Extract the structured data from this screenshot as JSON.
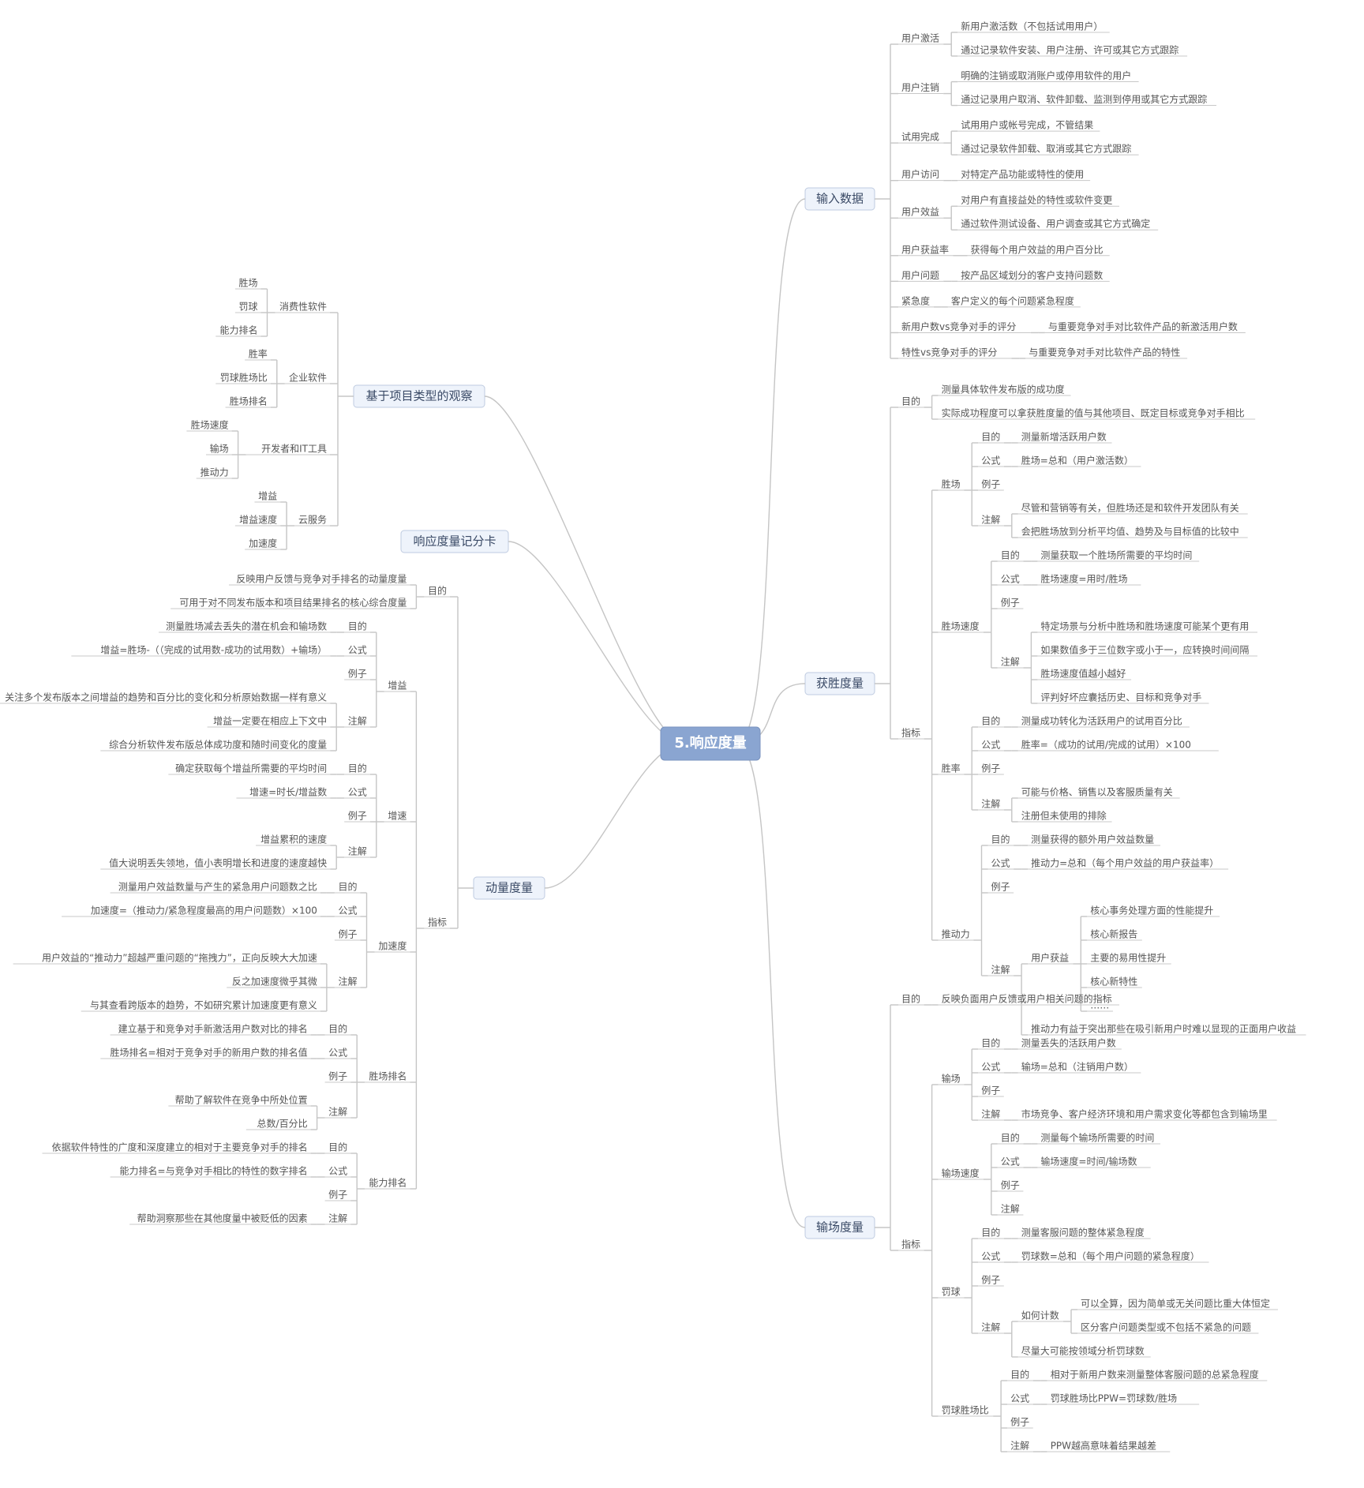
{
  "colors": {
    "center_fill": "#8aa5d1",
    "main_fill": "#eef3fb",
    "main_stroke": "#bfcbe0",
    "edge": "#c5c5c5"
  },
  "root": {
    "text": "5.响应度量",
    "children": [
      {
        "text": "输入数据",
        "children": [
          {
            "text": "用户激活",
            "children": [
              {
                "text": "新用户激活数（不包括试用用户）"
              },
              {
                "text": "通过记录软件安装、用户注册、许可或其它方式跟踪"
              }
            ]
          },
          {
            "text": "用户注销",
            "children": [
              {
                "text": "明确的注销或取消账户或停用软件的用户"
              },
              {
                "text": "通过记录用户取消、软件卸载、监测到停用或其它方式跟踪"
              }
            ]
          },
          {
            "text": "试用完成",
            "children": [
              {
                "text": "试用用户或帐号完成，不管结果"
              },
              {
                "text": "通过记录软件卸载、取消或其它方式跟踪"
              }
            ]
          },
          {
            "text": "用户访问",
            "children": [
              {
                "text": "对特定产品功能或特性的使用"
              }
            ]
          },
          {
            "text": "用户效益",
            "children": [
              {
                "text": "对用户有直接益处的特性或软件变更"
              },
              {
                "text": "通过软件测试设备、用户调查或其它方式确定"
              }
            ]
          },
          {
            "text": "用户获益率",
            "children": [
              {
                "text": "获得每个用户效益的用户百分比"
              }
            ]
          },
          {
            "text": "用户问题",
            "children": [
              {
                "text": "按产品区域划分的客户支持问题数"
              }
            ]
          },
          {
            "text": "紧急度",
            "children": [
              {
                "text": "客户定义的每个问题紧急程度"
              }
            ]
          },
          {
            "text": "新用户数vs竞争对手的评分",
            "children": [
              {
                "text": "与重要竞争对手对比软件产品的新激活用户数"
              }
            ]
          },
          {
            "text": "特性vs竞争对手的评分",
            "children": [
              {
                "text": "与重要竞争对手对比软件产品的特性"
              }
            ]
          }
        ]
      },
      {
        "text": "获胜度量",
        "children": [
          {
            "text": "目的",
            "children": [
              {
                "text": "测量具体软件发布版的成功度"
              },
              {
                "text": "实际成功程度可以拿获胜度量的值与其他项目、既定目标或竞争对手相比"
              }
            ]
          },
          {
            "text": "指标",
            "children": [
              {
                "text": "胜场",
                "children": [
                  {
                    "text": "目的",
                    "children": [
                      {
                        "text": "测量新增活跃用户数"
                      }
                    ]
                  },
                  {
                    "text": "公式",
                    "children": [
                      {
                        "text": "胜场=总和（用户激活数）"
                      }
                    ]
                  },
                  {
                    "text": "例子"
                  },
                  {
                    "text": "注解",
                    "children": [
                      {
                        "text": "尽管和营销等有关，但胜场还是和软件开发团队有关"
                      },
                      {
                        "text": "会把胜场放到分析平均值、趋势及与目标值的比较中"
                      }
                    ]
                  }
                ]
              },
              {
                "text": "胜场速度",
                "children": [
                  {
                    "text": "目的",
                    "children": [
                      {
                        "text": "测量获取一个胜场所需要的平均时间"
                      }
                    ]
                  },
                  {
                    "text": "公式",
                    "children": [
                      {
                        "text": "胜场速度=用时/胜场"
                      }
                    ]
                  },
                  {
                    "text": "例子"
                  },
                  {
                    "text": "注解",
                    "children": [
                      {
                        "text": "特定场景与分析中胜场和胜场速度可能某个更有用"
                      },
                      {
                        "text": "如果数值多于三位数字或小于一，应转换时间间隔"
                      },
                      {
                        "text": "胜场速度值越小越好"
                      },
                      {
                        "text": "评判好坏应囊括历史、目标和竞争对手"
                      }
                    ]
                  }
                ]
              },
              {
                "text": "胜率",
                "children": [
                  {
                    "text": "目的",
                    "children": [
                      {
                        "text": "测量成功转化为活跃用户的试用百分比"
                      }
                    ]
                  },
                  {
                    "text": "公式",
                    "children": [
                      {
                        "text": "胜率=（成功的试用/完成的试用）×100"
                      }
                    ]
                  },
                  {
                    "text": "例子"
                  },
                  {
                    "text": "注解",
                    "children": [
                      {
                        "text": "可能与价格、销售以及客服质量有关"
                      },
                      {
                        "text": "注册但未使用的排除"
                      }
                    ]
                  }
                ]
              },
              {
                "text": "推动力",
                "children": [
                  {
                    "text": "目的",
                    "children": [
                      {
                        "text": "测量获得的额外用户效益数量"
                      }
                    ]
                  },
                  {
                    "text": "公式",
                    "children": [
                      {
                        "text": "推动力=总和（每个用户效益的用户获益率）"
                      }
                    ]
                  },
                  {
                    "text": "例子"
                  },
                  {
                    "text": "注解",
                    "children": [
                      {
                        "text": "用户获益",
                        "children": [
                          {
                            "text": "核心事务处理方面的性能提升"
                          },
                          {
                            "text": "核心新报告"
                          },
                          {
                            "text": "主要的易用性提升"
                          },
                          {
                            "text": "核心新特性"
                          },
                          {
                            "text": "……"
                          }
                        ]
                      },
                      {
                        "text": "推动力有益于突出那些在吸引新用户时难以显现的正面用户收益"
                      }
                    ]
                  }
                ]
              }
            ]
          }
        ]
      },
      {
        "text": "输场度量",
        "children": [
          {
            "text": "目的",
            "children": [
              {
                "text": "反映负面用户反馈或用户相关问题的指标"
              }
            ]
          },
          {
            "text": "指标",
            "children": [
              {
                "text": "输场",
                "children": [
                  {
                    "text": "目的",
                    "children": [
                      {
                        "text": "测量丢失的活跃用户数"
                      }
                    ]
                  },
                  {
                    "text": "公式",
                    "children": [
                      {
                        "text": "输场=总和（注销用户数）"
                      }
                    ]
                  },
                  {
                    "text": "例子"
                  },
                  {
                    "text": "注解",
                    "children": [
                      {
                        "text": "市场竞争、客户经济环境和用户需求变化等都包含到输场里"
                      }
                    ]
                  }
                ]
              },
              {
                "text": "输场速度",
                "children": [
                  {
                    "text": "目的",
                    "children": [
                      {
                        "text": "测量每个输场所需要的时间"
                      }
                    ]
                  },
                  {
                    "text": "公式",
                    "children": [
                      {
                        "text": "输场速度=时间/输场数"
                      }
                    ]
                  },
                  {
                    "text": "例子"
                  },
                  {
                    "text": "注解"
                  }
                ]
              },
              {
                "text": "罚球",
                "children": [
                  {
                    "text": "目的",
                    "children": [
                      {
                        "text": "测量客服问题的整体紧急程度"
                      }
                    ]
                  },
                  {
                    "text": "公式",
                    "children": [
                      {
                        "text": "罚球数=总和（每个用户问题的紧急程度）"
                      }
                    ]
                  },
                  {
                    "text": "例子"
                  },
                  {
                    "text": "注解",
                    "children": [
                      {
                        "text": "如何计数",
                        "children": [
                          {
                            "text": "可以全算，因为简单或无关问题比重大体恒定"
                          },
                          {
                            "text": "区分客户问题类型或不包括不紧急的问题"
                          }
                        ]
                      },
                      {
                        "text": "尽量大可能按领域分析罚球数"
                      }
                    ]
                  }
                ]
              },
              {
                "text": "罚球胜场比",
                "children": [
                  {
                    "text": "目的",
                    "children": [
                      {
                        "text": "相对于新用户数来测量整体客服问题的总紧急程度"
                      }
                    ]
                  },
                  {
                    "text": "公式",
                    "children": [
                      {
                        "text": "罚球胜场比PPW=罚球数/胜场"
                      }
                    ]
                  },
                  {
                    "text": "例子"
                  },
                  {
                    "text": "注解",
                    "children": [
                      {
                        "text": "PPW越高意味着结果越差"
                      }
                    ]
                  }
                ]
              }
            ]
          }
        ]
      },
      {
        "text": "基于项目类型的观察",
        "children": [
          {
            "text": "消费性软件",
            "children": [
              {
                "text": "胜场"
              },
              {
                "text": "罚球"
              },
              {
                "text": "能力排名"
              }
            ]
          },
          {
            "text": "企业软件",
            "children": [
              {
                "text": "胜率"
              },
              {
                "text": "罚球胜场比"
              },
              {
                "text": "胜场排名"
              }
            ]
          },
          {
            "text": "开发者和IT工具",
            "children": [
              {
                "text": "胜场速度"
              },
              {
                "text": "输场"
              },
              {
                "text": "推动力"
              }
            ]
          },
          {
            "text": "云服务",
            "children": [
              {
                "text": "增益"
              },
              {
                "text": "增益速度"
              },
              {
                "text": "加速度"
              }
            ]
          }
        ]
      },
      {
        "text": "响应度量记分卡"
      },
      {
        "text": "动量度量",
        "children": [
          {
            "text": "目的",
            "children": [
              {
                "text": "反映用户反馈与竞争对手排名的动量度量"
              },
              {
                "text": "可用于对不同发布版本和项目结果排名的核心综合度量"
              }
            ]
          },
          {
            "text": "指标",
            "children": [
              {
                "text": "增益",
                "children": [
                  {
                    "text": "目的",
                    "children": [
                      {
                        "text": "测量胜场减去丢失的潜在机会和输场数"
                      }
                    ]
                  },
                  {
                    "text": "公式",
                    "children": [
                      {
                        "text": "增益=胜场-（（完成的试用数-成功的试用数）+输场）"
                      }
                    ]
                  },
                  {
                    "text": "例子"
                  },
                  {
                    "text": "注解",
                    "children": [
                      {
                        "text": "关注多个发布版本之间增益的趋势和百分比的变化和分析原始数据一样有意义"
                      },
                      {
                        "text": "增益一定要在相应上下文中"
                      },
                      {
                        "text": "综合分析软件发布版总体成功度和随时间变化的度量"
                      }
                    ]
                  }
                ]
              },
              {
                "text": "增速",
                "children": [
                  {
                    "text": "目的",
                    "children": [
                      {
                        "text": "确定获取每个增益所需要的平均时间"
                      }
                    ]
                  },
                  {
                    "text": "公式",
                    "children": [
                      {
                        "text": "增速=时长/增益数"
                      }
                    ]
                  },
                  {
                    "text": "例子"
                  },
                  {
                    "text": "注解",
                    "children": [
                      {
                        "text": "增益累积的速度"
                      },
                      {
                        "text": "值大说明丢失领地，值小表明增长和进度的速度越快"
                      }
                    ]
                  }
                ]
              },
              {
                "text": "加速度",
                "children": [
                  {
                    "text": "目的",
                    "children": [
                      {
                        "text": "测量用户效益数量与产生的紧急用户问题数之比"
                      }
                    ]
                  },
                  {
                    "text": "公式",
                    "children": [
                      {
                        "text": "加速度=（推动力/紧急程度最高的用户问题数）×100"
                      }
                    ]
                  },
                  {
                    "text": "例子"
                  },
                  {
                    "text": "注解",
                    "children": [
                      {
                        "text": "用户效益的“推动力”超越严重问题的“拖拽力”，正向反映大大加速"
                      },
                      {
                        "text": "反之加速度微乎其微"
                      },
                      {
                        "text": "与其查看跨版本的趋势，不如研究累计加速度更有意义"
                      }
                    ]
                  }
                ]
              },
              {
                "text": "胜场排名",
                "children": [
                  {
                    "text": "目的",
                    "children": [
                      {
                        "text": "建立基于和竞争对手新激活用户数对比的排名"
                      }
                    ]
                  },
                  {
                    "text": "公式",
                    "children": [
                      {
                        "text": "胜场排名=相对于竞争对手的新用户数的排名值"
                      }
                    ]
                  },
                  {
                    "text": "例子"
                  },
                  {
                    "text": "注解",
                    "children": [
                      {
                        "text": "帮助了解软件在竞争中所处位置"
                      },
                      {
                        "text": "总数/百分比"
                      }
                    ]
                  }
                ]
              },
              {
                "text": "能力排名",
                "children": [
                  {
                    "text": "目的",
                    "children": [
                      {
                        "text": "依据软件特性的广度和深度建立的相对于主要竞争对手的排名"
                      }
                    ]
                  },
                  {
                    "text": "公式",
                    "children": [
                      {
                        "text": "能力排名=与竞争对手相比的特性的数字排名"
                      }
                    ]
                  },
                  {
                    "text": "例子"
                  },
                  {
                    "text": "注解",
                    "children": [
                      {
                        "text": "帮助洞察那些在其他度量中被贬低的因素"
                      }
                    ]
                  }
                ]
              }
            ]
          }
        ]
      }
    ]
  }
}
